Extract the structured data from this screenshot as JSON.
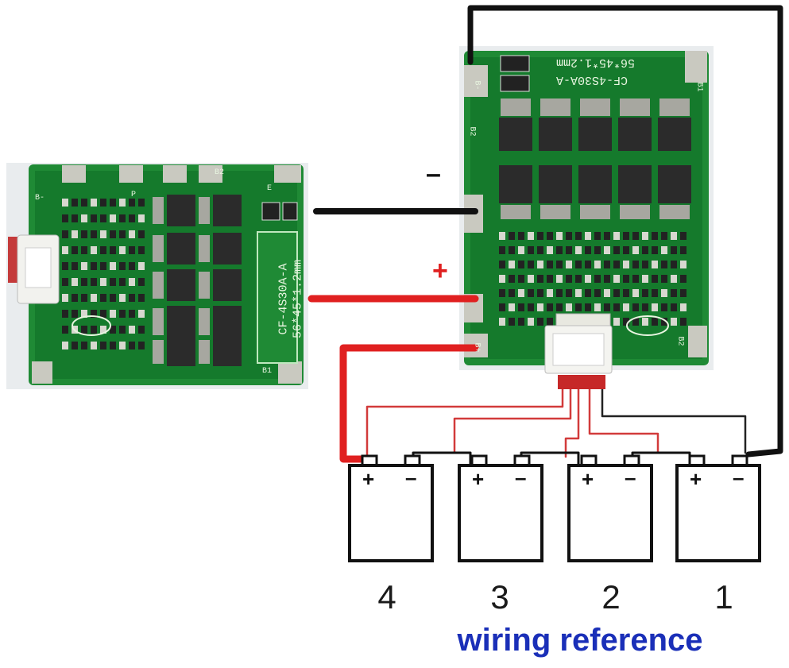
{
  "labels": {
    "minus_sign": "–",
    "plus_sign": "+",
    "cell_plus": "+",
    "cell_minus": "–",
    "cell_numbers": [
      "4",
      "3",
      "2",
      "1"
    ],
    "caption": "wiring reference"
  },
  "pcb": {
    "model_line": "CF-4S30A-A",
    "size_line": "56*45*1.2mm",
    "pad_b_minus": "B-",
    "pad_b1": "B1",
    "pad_b2": "B2",
    "pad_b_plus": "B+",
    "pad_p": "P",
    "pad_e": "E"
  },
  "colors": {
    "pcb_green": "#1f8a35",
    "pcb_dark": "#0d5a22",
    "wire_red": "#e02020",
    "wire_black": "#111111",
    "caption_blue": "#1a2fb8"
  }
}
